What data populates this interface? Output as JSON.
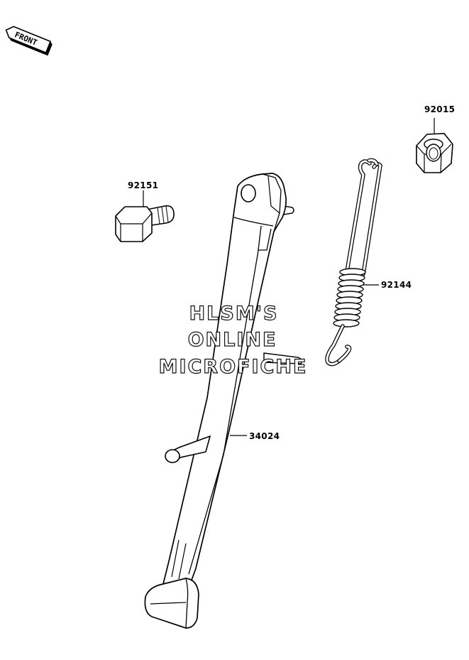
{
  "front_marker": {
    "text": "FRONT",
    "icon": "front-arrow-icon"
  },
  "parts": [
    {
      "number": "92015",
      "name_icon": "nut-icon"
    },
    {
      "number": "92151",
      "name_icon": "bolt-icon"
    },
    {
      "number": "92144",
      "name_icon": "spring-icon"
    },
    {
      "number": "34024",
      "name_icon": "side-stand-icon"
    }
  ],
  "watermark": {
    "line1": "HLSM'S",
    "line2": "ONLINE",
    "line3": "MICROFICHE"
  }
}
